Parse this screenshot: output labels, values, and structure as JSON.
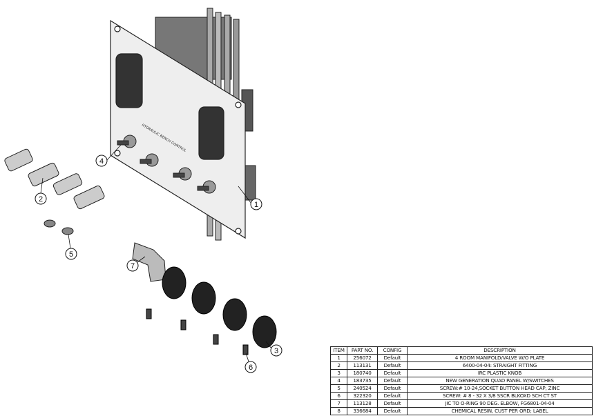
{
  "balloons": [
    "1",
    "2",
    "3",
    "4",
    "5",
    "6",
    "7"
  ],
  "bom": {
    "headers": {
      "item": "ITEM",
      "part": "PART NO.",
      "config": "CONFIG",
      "description": "DESCRIPTION"
    },
    "rows": [
      {
        "item": "1",
        "part": "256072",
        "config": "Default",
        "description": "4 ROOM MANIFOLD/VALVE W/O PLATE"
      },
      {
        "item": "2",
        "part": "113131",
        "config": "Default",
        "description": "6400-04-04: STRAIGHT FITTING"
      },
      {
        "item": "3",
        "part": "180740",
        "config": "Default",
        "description": "IRC PLASTIC KNOB"
      },
      {
        "item": "4",
        "part": "183735",
        "config": "Default",
        "description": "NEW GENERATION QUAD PANEL W/SWITCHES"
      },
      {
        "item": "5",
        "part": "240524",
        "config": "Default",
        "description": "SCREW:# 10-24,SOCKET BUTTON HEAD CAP, ZINC"
      },
      {
        "item": "6",
        "part": "322320",
        "config": "Default",
        "description": "SCREW: # 8 - 32 X 3/8 SSCR BLKOXD SCH CT ST"
      },
      {
        "item": "7",
        "part": "113128",
        "config": "Default",
        "description": "JIC TO O-RING 90 DEG. ELBOW, FG6801-04-04"
      },
      {
        "item": "8",
        "part": "336684",
        "config": "Default",
        "description": "CHEMICAL RESIN, CUST PER ORD; LABEL"
      }
    ]
  }
}
